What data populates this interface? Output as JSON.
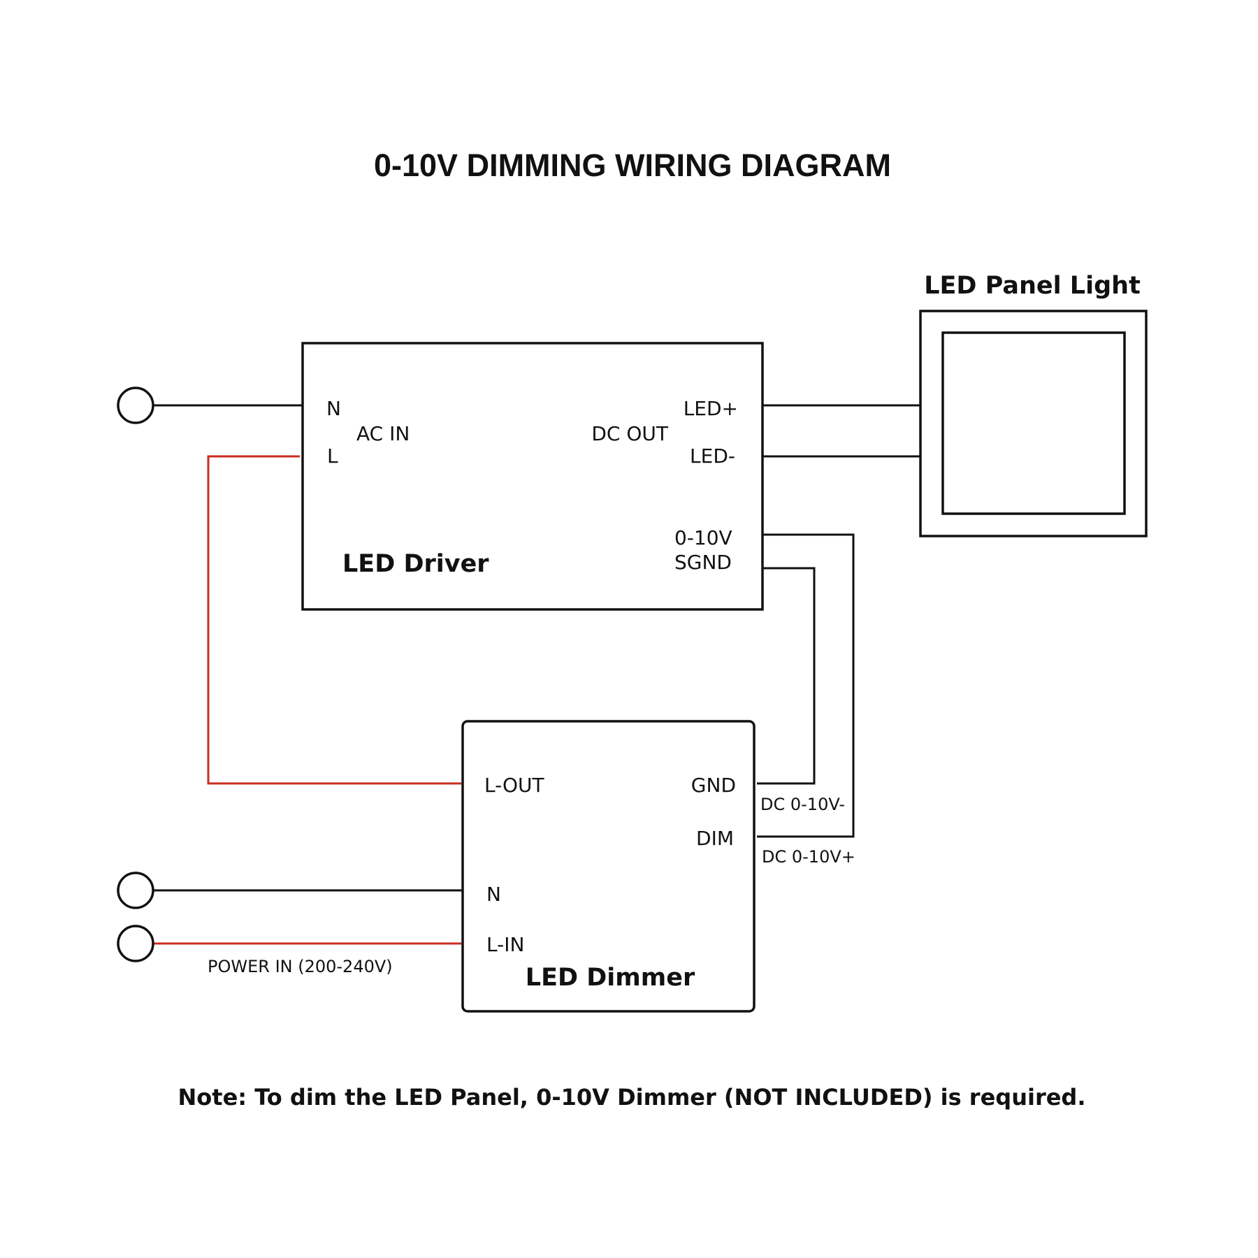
{
  "title": "0-10V DIMMING WIRING DIAGRAM",
  "driver": {
    "name": "LED Driver",
    "ac_in": "AC IN",
    "n": "N",
    "l": "L",
    "dc_out": "DC OUT",
    "led_plus": "LED+",
    "led_minus": "LED-",
    "dim_plus": "0-10V",
    "dim_sgnd": "SGND"
  },
  "panel": {
    "name": "LED Panel Light"
  },
  "dimmer": {
    "name": "LED Dimmer",
    "l_out": "L-OUT",
    "gnd": "GND",
    "dim": "DIM",
    "n": "N",
    "l_in": "L-IN"
  },
  "wire_labels": {
    "dc_minus": "DC 0-10V-",
    "dc_plus": "DC 0-10V+",
    "power_in": "POWER IN (200-240V)"
  },
  "note": "Note: To dim the LED Panel, 0-10V Dimmer (NOT INCLUDED) is required.",
  "colors": {
    "line_wire": "#cc2b22",
    "neutral_wire": "#111111",
    "background": "#ffffff"
  }
}
